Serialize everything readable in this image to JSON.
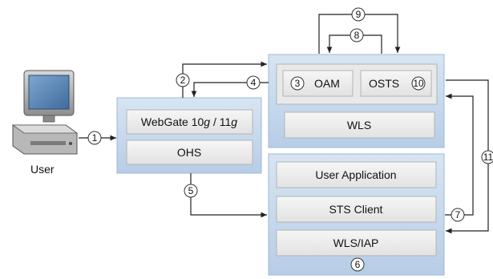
{
  "user": {
    "label": "User"
  },
  "webgate": {
    "label_main": "WebGate 10",
    "g1": "g",
    "sep": " / 11",
    "g2": "g"
  },
  "ohs": {
    "label": "OHS"
  },
  "oam": {
    "label": "OAM"
  },
  "osts": {
    "label": "OSTS"
  },
  "wls_top": {
    "label": "WLS"
  },
  "user_app": {
    "label": "User Application"
  },
  "sts_client": {
    "label": "STS Client"
  },
  "wls_iap": {
    "label": "WLS/IAP"
  },
  "steps": [
    "1",
    "2",
    "3",
    "4",
    "5",
    "6",
    "7",
    "8",
    "9",
    "10",
    "11"
  ],
  "colors": {
    "container": "#c9dbee",
    "container_border": "#9fb9d6",
    "box": "#ececec",
    "box_border": "#b4b4b4",
    "line": "#222222"
  }
}
